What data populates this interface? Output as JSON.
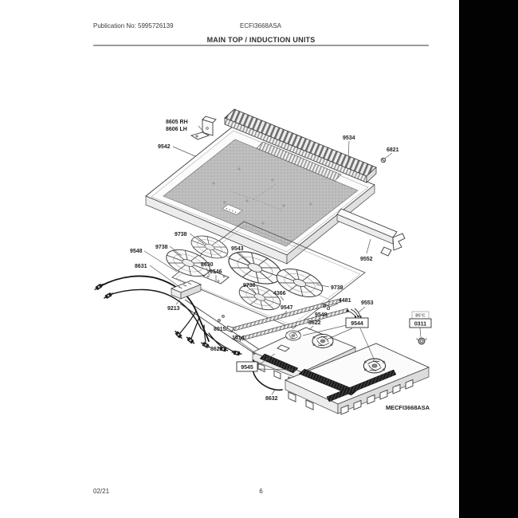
{
  "page": {
    "header": {
      "publication": "Publication No: 5995726139",
      "model": "ECFI3668ASA",
      "title": "MAIN TOP / INDUCTION UNITS"
    },
    "footer": {
      "date": "02/21",
      "page_number": "6"
    },
    "diagram_id": "MECFI3668ASA"
  },
  "diagram": {
    "description": "Exploded parts view of induction cooktop main top and induction units",
    "labels": [
      {
        "part": "8605",
        "text": "8605 RH"
      },
      {
        "part": "8606",
        "text": "8606 LH"
      },
      {
        "part": "9542",
        "text": "9542"
      },
      {
        "part": "9534",
        "text": "9534"
      },
      {
        "part": "6821",
        "text": "6821"
      },
      {
        "part": "9552",
        "text": "9552"
      },
      {
        "part": "9738",
        "text": "9738"
      },
      {
        "part": "9738",
        "text": "9738"
      },
      {
        "part": "9548",
        "text": "9548"
      },
      {
        "part": "8631",
        "text": "8631"
      },
      {
        "part": "8630",
        "text": "8630"
      },
      {
        "part": "9546",
        "text": "9546"
      },
      {
        "part": "9543",
        "text": "9543"
      },
      {
        "part": "9738",
        "text": "9738"
      },
      {
        "part": "4366",
        "text": "4366"
      },
      {
        "part": "9738",
        "text": "9738"
      },
      {
        "part": "9213",
        "text": "9213"
      },
      {
        "part": "9547",
        "text": "9547"
      },
      {
        "part": "9549",
        "text": "9549"
      },
      {
        "part": "8622",
        "text": "8622"
      },
      {
        "part": "4481",
        "text": "4481"
      },
      {
        "part": "9553",
        "text": "9553"
      },
      {
        "part": "8015",
        "text": "8015"
      },
      {
        "part": "1414",
        "text": "1414"
      },
      {
        "part": "8621",
        "text": "8621"
      },
      {
        "part": "9544",
        "text": "9544",
        "boxed": true
      },
      {
        "part": "9545",
        "text": "9545",
        "boxed": true
      },
      {
        "part": "0311",
        "text": "0311",
        "temp_rating": "85°C",
        "boxed": true
      },
      {
        "part": "8632",
        "text": "8632"
      }
    ]
  },
  "colors": {
    "page_background": "#ffffff",
    "right_band": "#020202",
    "line_art": "#3a3a3a",
    "glass_fill": "#bdbdbd",
    "rule": "#9b9b9b"
  }
}
